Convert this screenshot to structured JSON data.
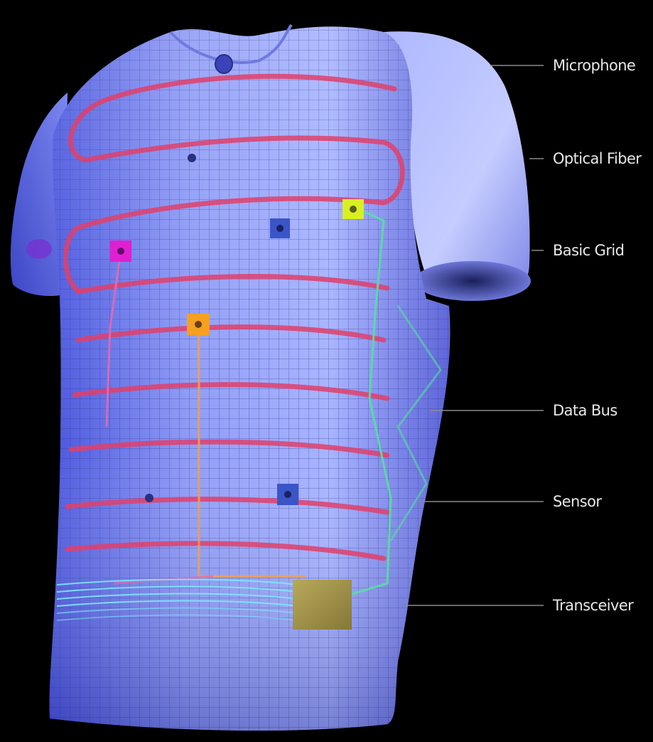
{
  "labels": {
    "microphone": "Microphone",
    "optical_fiber": "Optical Fiber",
    "basic_grid": "Basic Grid",
    "data_bus": "Data Bus",
    "sensor": "Sensor",
    "transceiver": "Transceiver"
  },
  "colors": {
    "background": "#000000",
    "shirt_light": "#9fb3ff",
    "shirt_dark": "#3b45c9",
    "optical_fiber": "#e0406a",
    "grid_lines": "#2c2f8a",
    "data_bus_green": "#55e0a0",
    "data_bus_orange": "#f0a050",
    "data_bus_pink": "#e06ab0",
    "sensor_yellow": "#d8f020",
    "sensor_magenta": "#e020d0",
    "sensor_orange": "#f5a020",
    "sensor_blue": "#3a55c8",
    "transceiver": "#a89a48",
    "label_text": "#e8e8e8",
    "leader_line": "#8a8a8a"
  }
}
